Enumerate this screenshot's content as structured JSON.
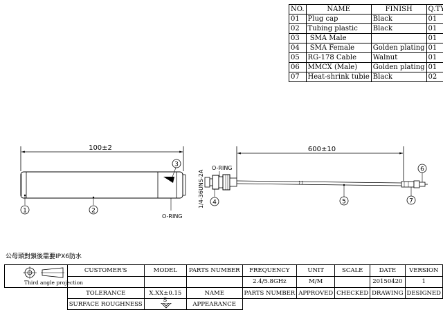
{
  "bom": {
    "headers": [
      "NO.",
      "NAME",
      "FINISH",
      "Q.TY"
    ],
    "rows": [
      [
        "01",
        "Plug cap",
        "Black",
        "01"
      ],
      [
        "02",
        "Tubing plastic",
        "Black",
        "01"
      ],
      [
        "03",
        " SMA Male",
        "",
        "01"
      ],
      [
        "04",
        " SMA Female",
        "Golden plating",
        "01"
      ],
      [
        "05",
        "RG-178 Cable",
        "Walnut",
        "01"
      ],
      [
        "06",
        "MMCX (Male)",
        "Golden plating",
        "01"
      ],
      [
        "07",
        "Heat-shrink tubie",
        "Black",
        "02"
      ]
    ]
  },
  "dims": {
    "left": "100±2",
    "right": "600±10"
  },
  "labels": {
    "oring_top": "O-RING",
    "oring_bottom": "O-RING",
    "thread": "1/4-36UNS-2A"
  },
  "balloons": [
    "1",
    "2",
    "3",
    "4",
    "5",
    "6",
    "7"
  ],
  "note": "公母頭對鎖後需要IPX6防水",
  "title_block": {
    "projection": "Third angle projection",
    "customers": "CUSTOMER'S",
    "model": "MODEL",
    "parts_number_1": "PARTS NUMBER",
    "frequency": "FREQUENCY",
    "unit": "UNIT",
    "scale": "SCALE",
    "date": "DATE",
    "version": "VERSION",
    "frequency_value": "2.4/5.8GHz",
    "unit_value": "M/M",
    "date_value": "20150420",
    "version_value": "1",
    "tolerance": "TOLERANCE",
    "tolerance_value": "X.XX±0.15",
    "name": "NAME",
    "parts_number_2": "PARTS NUMBER",
    "approved": "APPROVED",
    "checked": "CHECKED",
    "drawing": "DRAWING",
    "designed": "DESIGNED",
    "surface": "SURFACE ROUGHNESS",
    "surface_symbol": "S",
    "appearance": "APPEARANCE"
  }
}
